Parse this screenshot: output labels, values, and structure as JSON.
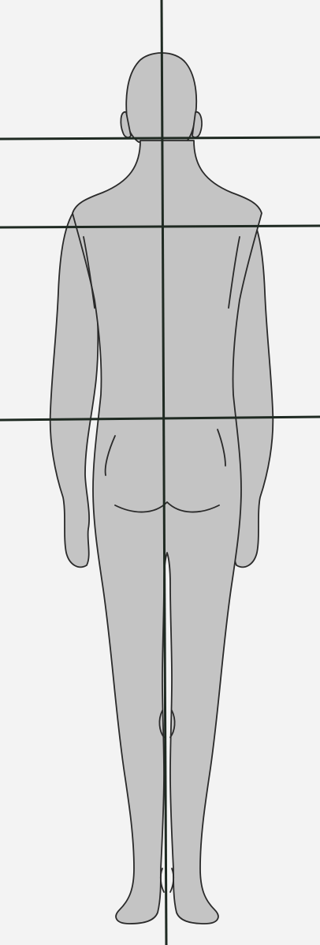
{
  "diagram": {
    "type": "posture-assessment-posterior-view",
    "plumb_lines": {
      "vertical_count": 1,
      "horizontal_count": 3
    },
    "colors": {
      "background": "#f3f3f3",
      "figure_fill": "#c4c4c4",
      "figure_outline": "#2a2a2a",
      "reference_lines": "#1f2a22"
    }
  }
}
